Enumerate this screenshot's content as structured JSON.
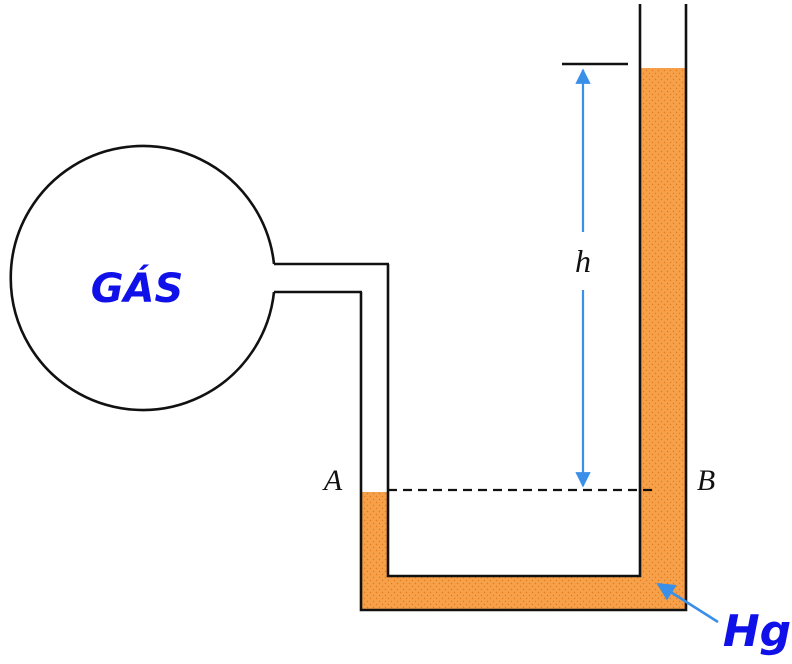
{
  "labels": {
    "gas": "GÁS",
    "height": "h",
    "point_a": "A",
    "point_b": "B",
    "mercury": "Hg"
  },
  "colors": {
    "mercury_fill": "#F7A04A",
    "mercury_dots": "#E07A1E",
    "outline": "#111111",
    "gas_text": "#1010E8",
    "hg_text": "#1010E8",
    "arrow": "#3A8FE8",
    "background": "#FFFFFF"
  }
}
